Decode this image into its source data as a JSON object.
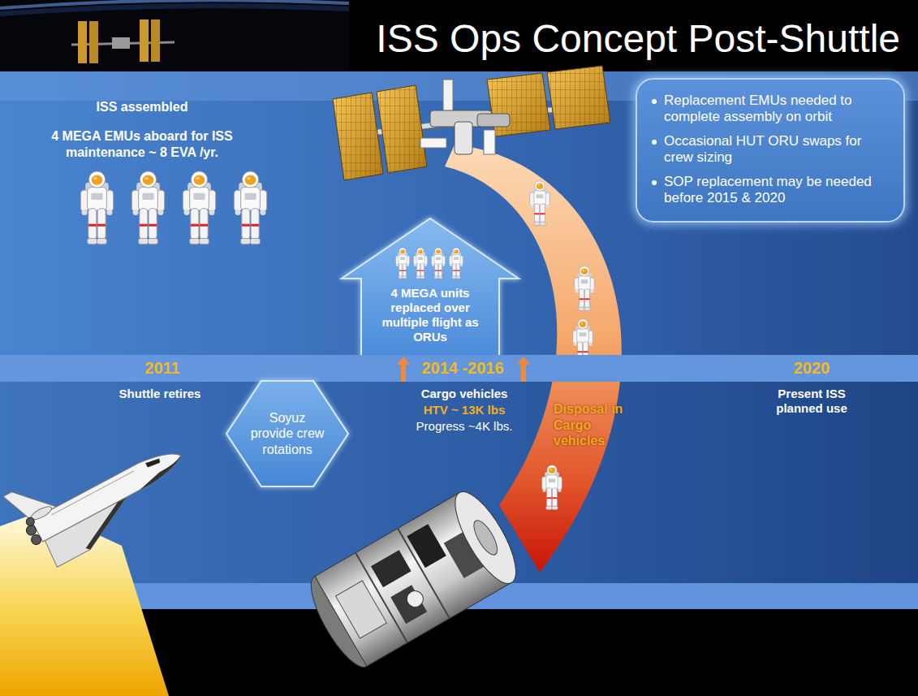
{
  "diagram": {
    "title": "ISS Ops Concept Post-Shuttle",
    "nodes": [
      {
        "text": [
          "Replacement EMUs needed to complete assembly on orbit",
          "Occasional HUT ORU swaps for crew sizing",
          "SOP replacement may be needed before 2015 & 2020"
        ]
      },
      {
        "text": [
          "4 MEGA units replaced over multiple flight as ORUs"
        ]
      },
      {
        "text": [
          "2011",
          "2014 -2016",
          "2020"
        ]
      },
      {
        "text": [
          "Soyuz provide crew rotations"
        ]
      }
    ],
    "labels": [
      "ISS assembled",
      "4 MEGA EMUs aboard for ISS maintenance ~ 8 EVA /yr.",
      "Shuttle retires",
      "Cargo vehicles",
      "HTV ~ 13K lbs",
      "Progress ~4K lbs.",
      "Present ISS planned use",
      "Disposal in Cargo vehicles"
    ]
  }
}
